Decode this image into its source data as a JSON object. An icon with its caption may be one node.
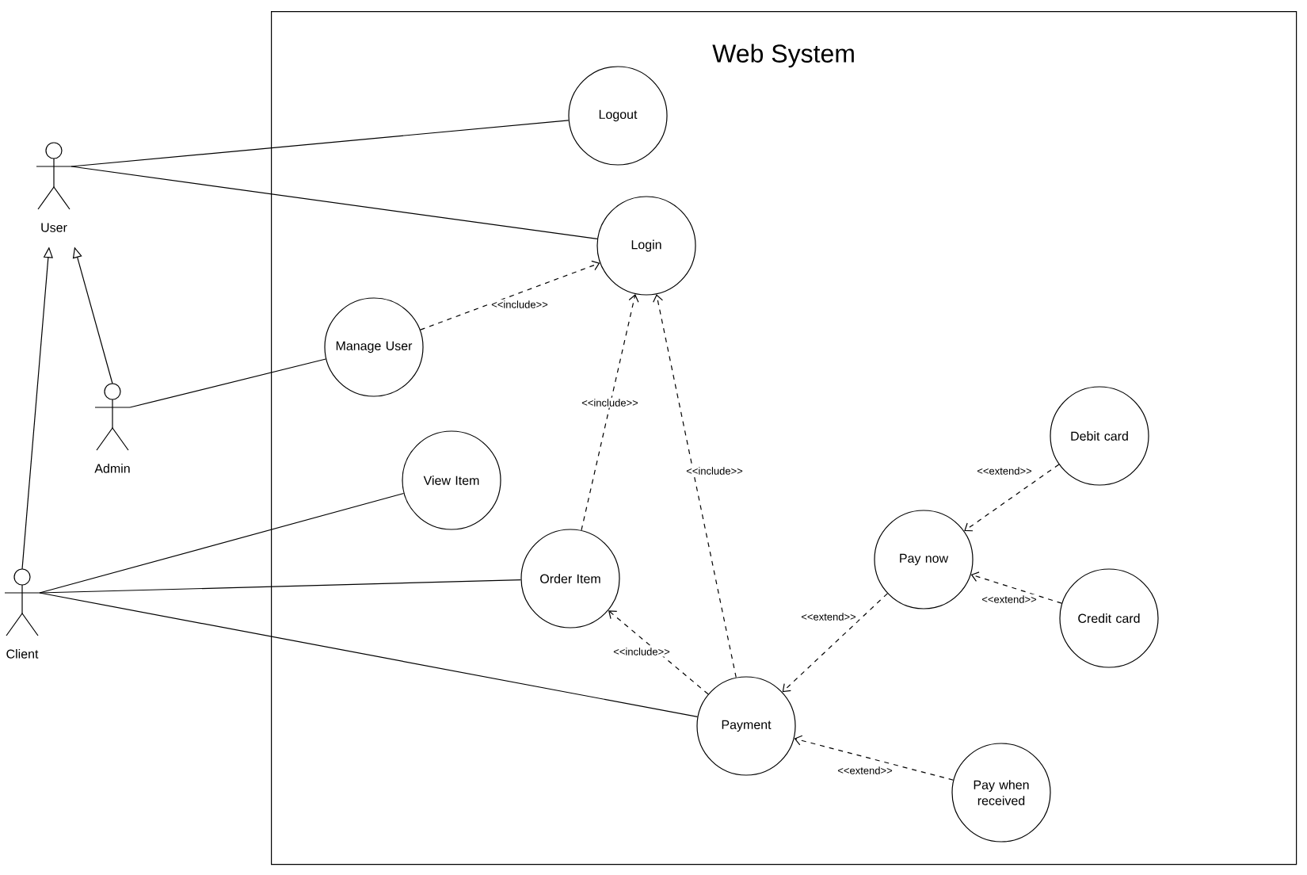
{
  "diagram": {
    "nodes": [
      {
        "text": [
          "Web System"
        ]
      },
      {
        "text": [
          "User"
        ]
      },
      {
        "text": [
          "Admin"
        ]
      },
      {
        "text": [
          "Client"
        ]
      },
      {
        "text": [
          "Logout"
        ],
        "in": 0
      },
      {
        "text": [
          "Login"
        ],
        "in": 0
      },
      {
        "text": [
          "Manage User"
        ],
        "in": 0
      },
      {
        "text": [
          "View Item"
        ],
        "in": 0
      },
      {
        "text": [
          "Order Item"
        ],
        "in": 0
      },
      {
        "text": [
          "Payment"
        ],
        "in": 0
      },
      {
        "text": [
          "Pay now"
        ],
        "in": 0
      },
      {
        "text": [
          "Debit card"
        ],
        "in": 0
      },
      {
        "text": [
          "Credit card"
        ],
        "in": 0
      },
      {
        "text": [
          "Pay when received"
        ],
        "in": 0
      }
    ],
    "edges": [
      {
        "from": 1,
        "to": 4,
        "arrow": "none"
      },
      {
        "from": 1,
        "to": 5,
        "arrow": "none"
      },
      {
        "from": 2,
        "to": 1,
        "arrow": "to"
      },
      {
        "from": 3,
        "to": 1,
        "arrow": "to"
      },
      {
        "from": 2,
        "to": 6,
        "arrow": "none"
      },
      {
        "from": 3,
        "to": 7,
        "arrow": "none"
      },
      {
        "from": 3,
        "to": 8,
        "arrow": "none"
      },
      {
        "from": 3,
        "to": 9,
        "arrow": "none"
      },
      {
        "from": 6,
        "to": 5,
        "arrow": "to",
        "label": "<<include>>",
        "style": "dashed"
      },
      {
        "from": 8,
        "to": 5,
        "arrow": "to",
        "label": "<<include>>",
        "style": "dashed"
      },
      {
        "from": 9,
        "to": 5,
        "arrow": "to",
        "label": "<<include>>",
        "style": "dashed"
      },
      {
        "from": 9,
        "to": 8,
        "arrow": "to",
        "label": "<<include>>",
        "style": "dashed"
      },
      {
        "from": 10,
        "to": 9,
        "arrow": "to",
        "label": "<<extend>>",
        "style": "dashed"
      },
      {
        "from": 11,
        "to": 10,
        "arrow": "to",
        "label": "<<extend>>",
        "style": "dashed"
      },
      {
        "from": 12,
        "to": 10,
        "arrow": "to",
        "label": "<<extend>>",
        "style": "dashed"
      },
      {
        "from": 13,
        "to": 9,
        "arrow": "to",
        "label": "<<extend>>",
        "style": "dashed"
      }
    ]
  }
}
